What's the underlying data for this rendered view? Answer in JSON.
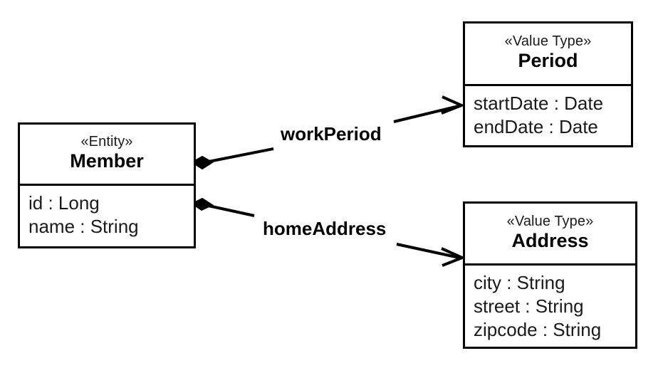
{
  "diagram": {
    "title": "UML class diagram: Member with Value Type compositions",
    "type": "uml-class-diagram",
    "background_color": "#ffffff",
    "line_color": "#000000"
  },
  "classes": [
    {
      "id": "member",
      "stereotype": "«Entity»",
      "name": "Member",
      "attributes": [
        "id : Long",
        "name : String"
      ]
    },
    {
      "id": "period",
      "stereotype": "«Value Type»",
      "name": "Period",
      "attributes": [
        "startDate : Date",
        "endDate : Date"
      ]
    },
    {
      "id": "address",
      "stereotype": "«Value Type»",
      "name": "Address",
      "attributes": [
        "city : String",
        "street : String",
        "zipcode : String"
      ]
    }
  ],
  "associations": [
    {
      "id": "work-period",
      "label": "workPeriod",
      "source": "Member",
      "target": "Period",
      "source_marker": "filled-diamond",
      "target_marker": "open-arrow"
    },
    {
      "id": "home-address",
      "label": "homeAddress",
      "source": "Member",
      "target": "Address",
      "source_marker": "filled-diamond",
      "target_marker": "open-arrow"
    }
  ]
}
